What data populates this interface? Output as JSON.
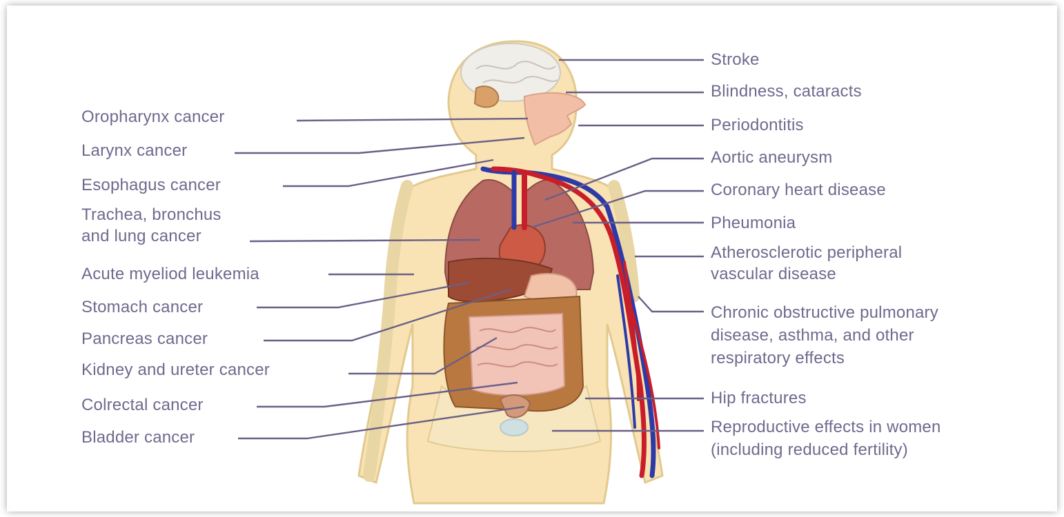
{
  "diagram": {
    "left_labels": [
      {
        "id": "oropharynx",
        "text": "Oropharynx cancer"
      },
      {
        "id": "larynx",
        "text": "Larynx cancer"
      },
      {
        "id": "esophagus",
        "text": "Esophagus cancer"
      },
      {
        "id": "trachea",
        "lines": [
          "Trachea, bronchus",
          "and lung cancer"
        ]
      },
      {
        "id": "aml",
        "text": "Acute myeliod leukemia"
      },
      {
        "id": "stomach",
        "text": "Stomach cancer"
      },
      {
        "id": "pancreas",
        "text": "Pancreas cancer"
      },
      {
        "id": "kidney",
        "text": "Kidney and ureter cancer"
      },
      {
        "id": "colorectal",
        "text": "Colrectal cancer"
      },
      {
        "id": "bladder",
        "text": "Bladder cancer"
      }
    ],
    "right_labels": [
      {
        "id": "stroke",
        "text": "Stroke"
      },
      {
        "id": "blindness",
        "text": "Blindness, cataracts"
      },
      {
        "id": "periodontitis",
        "text": "Periodontitis"
      },
      {
        "id": "aortic",
        "text": "Aortic aneurysm"
      },
      {
        "id": "coronary",
        "text": "Coronary heart disease"
      },
      {
        "id": "pneumonia",
        "text": "Pheumonia"
      },
      {
        "id": "atherosclerotic",
        "lines": [
          "Atherosclerotic peripheral",
          "vascular disease"
        ]
      },
      {
        "id": "copd",
        "lines": [
          "Chronic obstructive pulmonary",
          "disease, asthma, and other",
          "respiratory effects"
        ]
      },
      {
        "id": "hip",
        "text": "Hip fractures"
      },
      {
        "id": "reproductive",
        "lines": [
          "Reproductive effects in women",
          "(including reduced fertility)"
        ]
      }
    ]
  }
}
